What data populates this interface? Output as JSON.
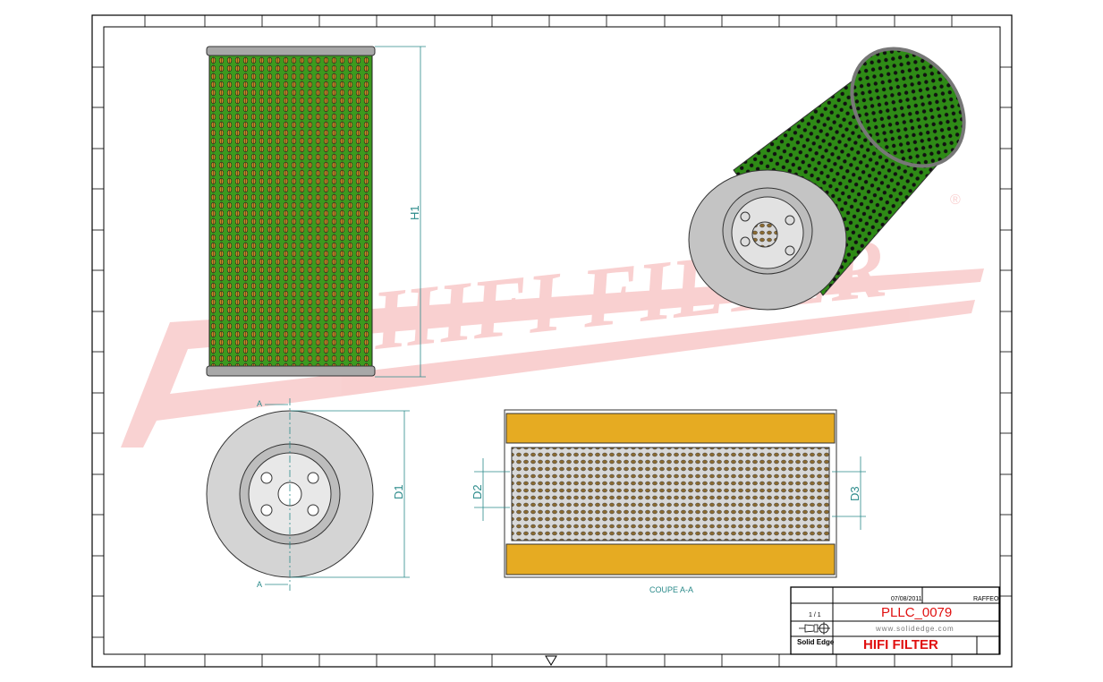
{
  "drawing": {
    "watermark": "HIFI FILTER",
    "watermark_mark": "®",
    "dimensions": {
      "h1": "H1",
      "d1": "D1",
      "d2": "D2",
      "d3": "D3"
    },
    "section_marker": "A",
    "section_label": "COUPE A-A"
  },
  "title_block": {
    "date": "07/08/2011",
    "drawn_by": "RAFFEO",
    "sheet": "1 / 1",
    "title": "PLLC_0079",
    "website": "www.solidedge.com",
    "software": "Solid Edge",
    "company": "HIFI FILTER"
  },
  "colors": {
    "mesh_green": "#3c9a1e",
    "pleat_orange": "#d89a28",
    "cap_gray": "#a8a8a8",
    "dim_teal": "#2a8a8a",
    "brand_red": "#e01010"
  }
}
